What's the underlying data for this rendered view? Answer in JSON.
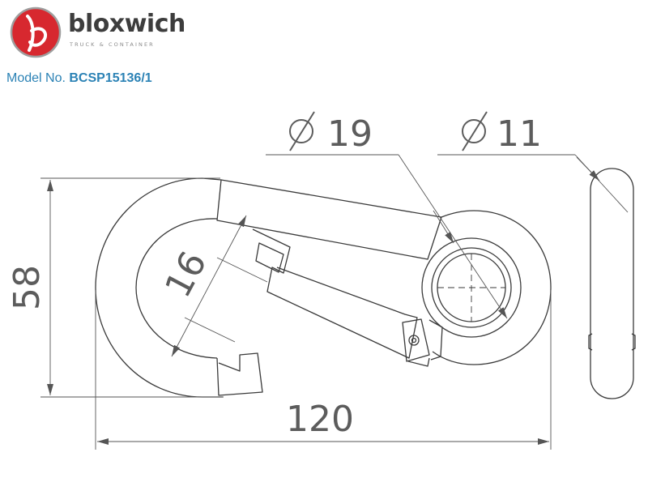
{
  "brand": {
    "name": "bloxwich",
    "tagline": "TRUCK & CONTAINER",
    "logo_color": "#d7282f"
  },
  "model": {
    "label": "Model No.",
    "number": "BCSP15136/1",
    "color": "#2b82b5"
  },
  "dimensions": {
    "overall_length": "120",
    "overall_height": "58",
    "gate_opening": "16",
    "eye_diameter": "19",
    "wire_diameter": "11"
  },
  "colors": {
    "outline": "#3a3a3a",
    "dimension_line": "#555555",
    "dimension_text": "#5c5c5c"
  }
}
